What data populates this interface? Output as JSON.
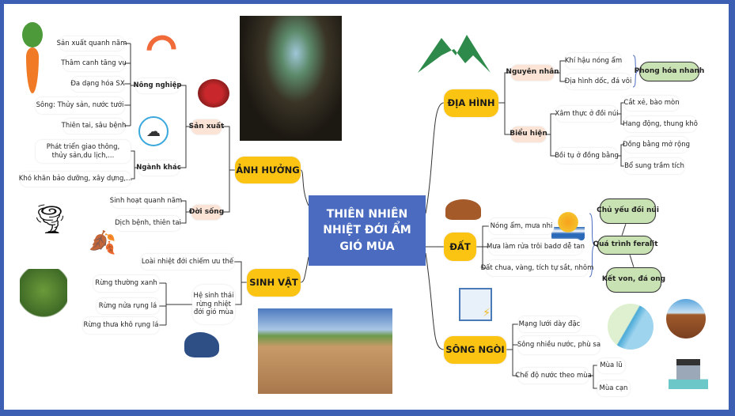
{
  "center": "THIÊN NHIÊN NHIỆT ĐỚI ẨM GIÓ MÙA",
  "anh_huong": {
    "label": "ẢNH HƯỞNG",
    "san_xuat": {
      "label": "Sản xuất",
      "nong_nghiep": {
        "label": "Nông nghiệp",
        "items": [
          "Sản xuất quanh năm",
          "Thâm canh tăng vụ",
          "Đa dạng hóa SX",
          "Sông: Thủy sản, nước tưới",
          "Thiên tai, sâu bệnh"
        ]
      },
      "nganh_khac": {
        "label": "Ngành khác",
        "items": [
          "Phát triển giao thông, thủy sản,du lịch,...",
          "Khó khăn bảo dưỡng, xây dựng,..."
        ]
      }
    },
    "doi_song": {
      "label": "Đời sống",
      "items": [
        "Sinh hoạt quanh năm",
        "Dịch bệnh, thiên tai"
      ]
    }
  },
  "sinh_vat": {
    "label": "SINH VẬT",
    "loai": "Loài nhiệt đới chiếm ưu thế",
    "he_sinh_thai": {
      "label": "Hệ sinh thái rừng nhiệt đới gió mùa",
      "items": [
        "Rừng thường xanh",
        "Rừng nửa rụng lá",
        "Rừng thưa khô rụng lá"
      ]
    }
  },
  "dia_hinh": {
    "label": "ĐỊA HÌNH",
    "nguyen_nhan": {
      "label": "Nguyên nhân",
      "items": [
        "Khí hậu nóng ẩm",
        "Địa hình dốc, đá vôi"
      ],
      "result": "Phong hóa nhanh"
    },
    "bieu_hien": {
      "label": "Biểu hiện",
      "xam_thuc": {
        "label": "Xâm thực ở đồi núi",
        "items": [
          "Cắt xẻ, bào mòn",
          "Hang động, thung khô"
        ]
      },
      "boi_tu": {
        "label": "Bồi tụ ở đồng bằng",
        "items": [
          "Đồng bằng mở rộng",
          "Bổ sung trầm tích"
        ]
      }
    }
  },
  "dat": {
    "label": "ĐẤT",
    "items": [
      "Nóng ẩm, mưa nhi",
      "Mưa làm rửa trôi badơ dễ tan",
      "Đất chua, vàng, tích tự sắt, nhôm"
    ],
    "process": {
      "top": "Chủ yếu đồi núi",
      "middle": "Quá trình feralit",
      "bottom": "Kết von, đá ong"
    }
  },
  "song_ngoi": {
    "label": "SÔNG NGÒI",
    "items": [
      "Mạng lưới dày đặc",
      "Sông nhiều nước, phù sa"
    ],
    "che_do": {
      "label": "Chế độ nước theo mùa",
      "items": [
        "Mùa lũ",
        "Mùa cạn"
      ]
    }
  },
  "colors": {
    "main": "#fbc312",
    "center": "#4a6bc0",
    "sub": "#fbe3d5",
    "green": "#c9e2b3",
    "frame": "#3c5fb4"
  }
}
